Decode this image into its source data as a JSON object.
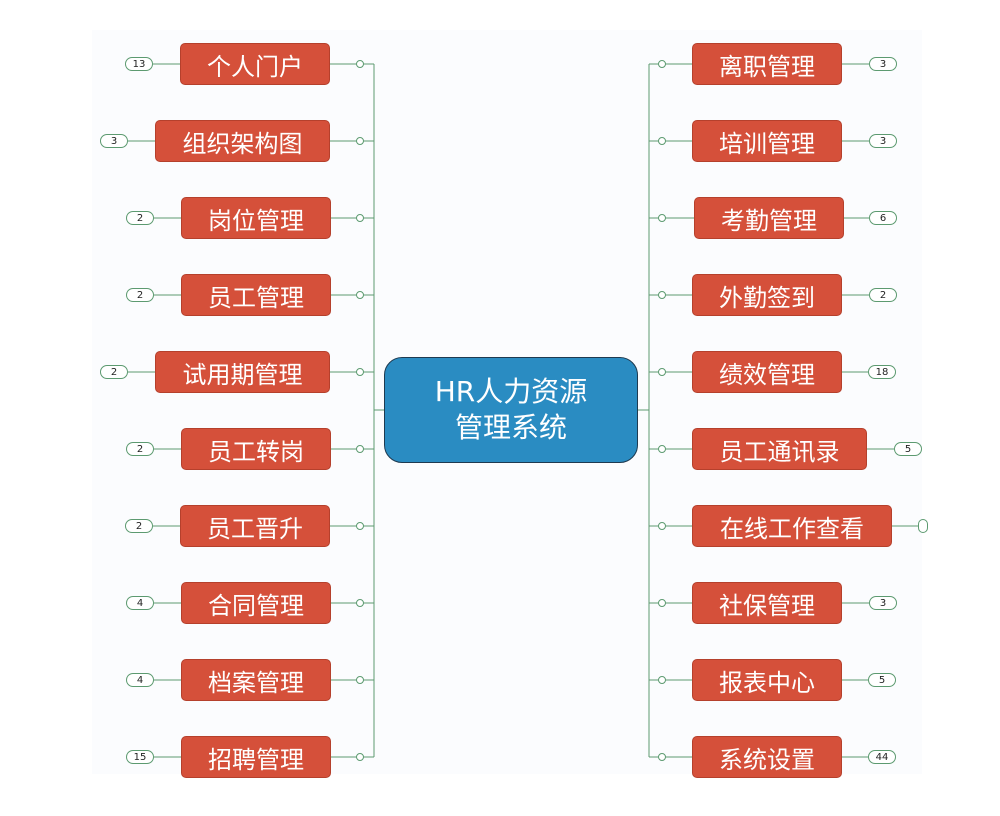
{
  "colors": {
    "center_fill": "#2a8cc2",
    "node_fill": "#d5503a",
    "connector": "#5c9a70",
    "pill_border": "#5c9a70"
  },
  "center": {
    "line1": "HR人力资源",
    "line2": "管理系统"
  },
  "left_branches": [
    {
      "label": "个人门户",
      "count": "13"
    },
    {
      "label": "组织架构图",
      "count": "3"
    },
    {
      "label": "岗位管理",
      "count": "2"
    },
    {
      "label": "员工管理",
      "count": "2"
    },
    {
      "label": "试用期管理",
      "count": "2"
    },
    {
      "label": "员工转岗",
      "count": "2"
    },
    {
      "label": "员工晋升",
      "count": "2"
    },
    {
      "label": "合同管理",
      "count": "4"
    },
    {
      "label": "档案管理",
      "count": "4"
    },
    {
      "label": "招聘管理",
      "count": "15"
    }
  ],
  "right_branches": [
    {
      "label": "离职管理",
      "count": "3"
    },
    {
      "label": "培训管理",
      "count": "3"
    },
    {
      "label": "考勤管理",
      "count": "6"
    },
    {
      "label": "外勤签到",
      "count": "2"
    },
    {
      "label": "绩效管理",
      "count": "18"
    },
    {
      "label": "员工通讯录",
      "count": "5"
    },
    {
      "label": "在线工作查看",
      "count": ""
    },
    {
      "label": "社保管理",
      "count": "3"
    },
    {
      "label": "报表中心",
      "count": "5"
    },
    {
      "label": "系统设置",
      "count": "44"
    }
  ]
}
